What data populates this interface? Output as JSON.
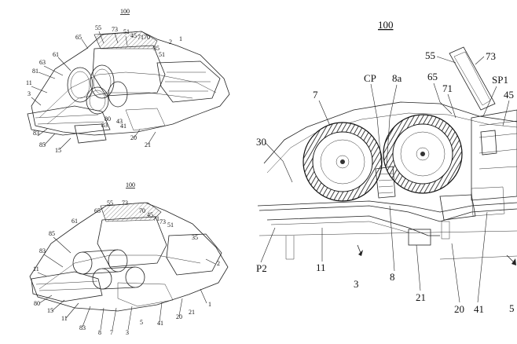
{
  "figures": {
    "top_left": {
      "title": "100",
      "labels": [
        "55",
        "73",
        "51",
        "45",
        "71",
        "70",
        "2",
        "1",
        "65",
        "35",
        "51",
        "61",
        "81",
        "63",
        "11",
        "3",
        "80",
        "83",
        "43",
        "41",
        "83",
        "85",
        "15",
        "20",
        "21"
      ]
    },
    "bottom_left": {
      "title": "100",
      "labels": [
        "55",
        "73",
        "70",
        "45",
        "71",
        "73",
        "51",
        "65",
        "61",
        "35",
        "85",
        "83",
        "2",
        "11",
        "80",
        "15",
        "11",
        "83",
        "8",
        "7",
        "3",
        "5",
        "41",
        "20",
        "21",
        "1"
      ]
    },
    "right": {
      "title": "100",
      "labels": [
        "55",
        "73",
        "7",
        "CP",
        "8a",
        "65",
        "71",
        "SP1",
        "45",
        "30",
        "P2",
        "11",
        "3",
        "8",
        "21",
        "20",
        "41",
        "5"
      ]
    }
  }
}
